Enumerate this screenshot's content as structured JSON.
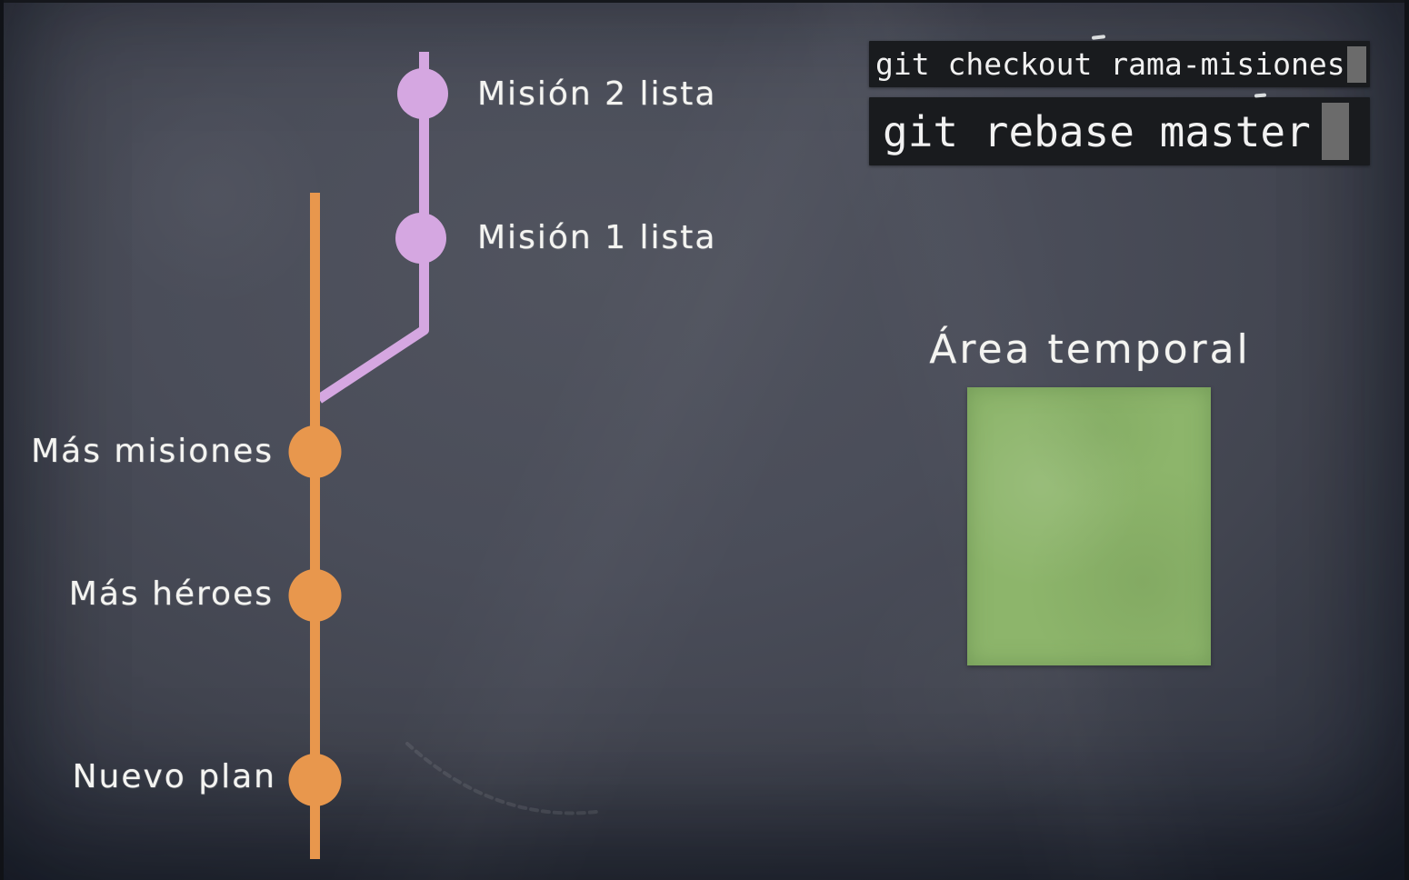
{
  "terminal": {
    "lines": [
      {
        "command": "git checkout rama-misiones"
      },
      {
        "command": "git rebase master"
      }
    ],
    "background": "#191b1e",
    "text_color": "#f1f1f1",
    "cursor_color": "#6b6b6b"
  },
  "graph": {
    "master_branch": {
      "color": "#E8974D",
      "commit_labels": [
        "Más misiones",
        "Más héroes",
        "Nuevo plan"
      ]
    },
    "feature_branch": {
      "color": "#D5A7E1",
      "commit_labels": [
        "Misión 2 lista",
        "Misión 1 lista"
      ]
    }
  },
  "staging_area": {
    "label": "Área temporal",
    "fill_color": "#8db56b"
  },
  "colors": {
    "chalkboard": "#4a4d59",
    "chalk_text": "#f4f4f1"
  }
}
